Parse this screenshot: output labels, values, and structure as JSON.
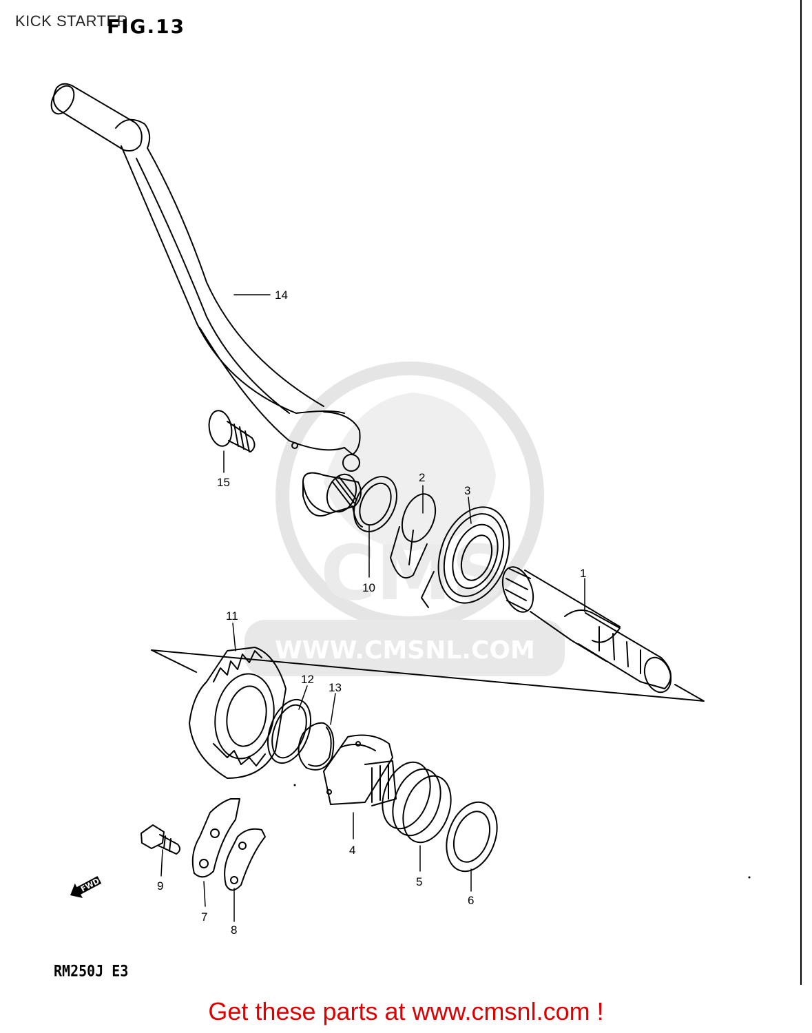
{
  "page": {
    "title": "KICK STARTER",
    "figure": "FIG.13",
    "model": "RM250J E3",
    "cta": "Get these parts at www.cmsnl.com !"
  },
  "watermark": {
    "text": "WWW.CMSNL.COM",
    "logo": "CMS"
  },
  "callouts": [
    "1",
    "2",
    "3",
    "4",
    "5",
    "6",
    "7",
    "8",
    "9",
    "10",
    "11",
    "12",
    "13",
    "14",
    "15"
  ],
  "fwd_arrow": "FWD",
  "colors": {
    "line": "#000000",
    "cta": "#dd0000",
    "watermark": "#d6d6d6"
  }
}
